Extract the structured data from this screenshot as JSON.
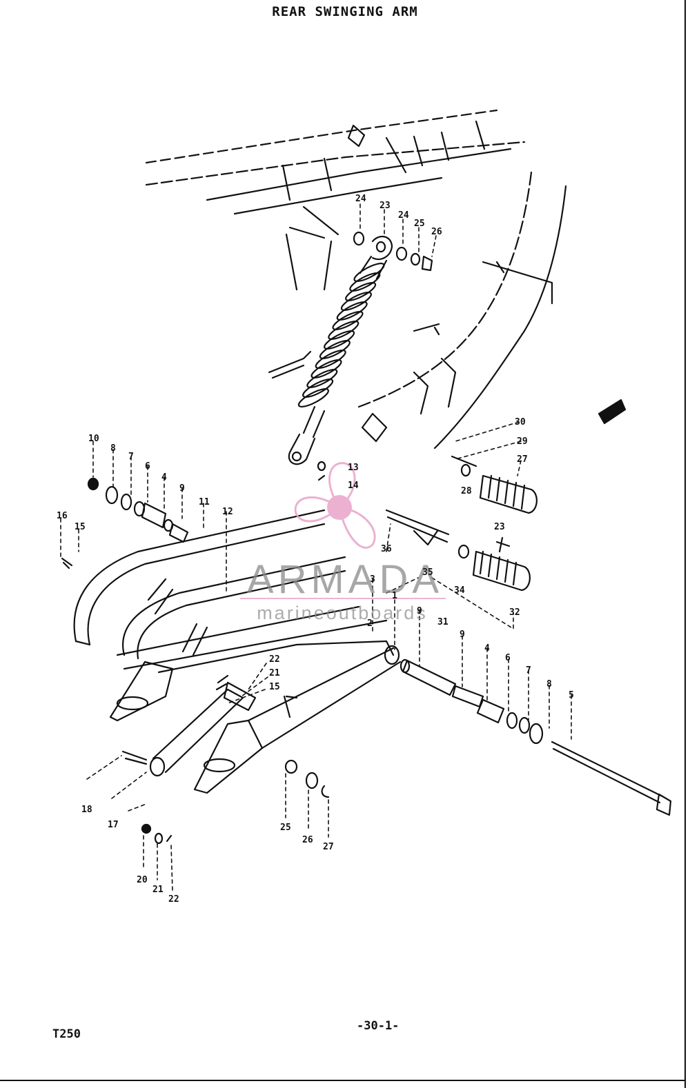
{
  "title": "REAR SWINGING ARM",
  "model": "T250",
  "page_number": "-30-1-",
  "watermark": {
    "brand": "ARMADA",
    "tagline": "marineoutboards",
    "brand_color": "#8a8a8a",
    "logo_color": "#e9a3c9",
    "logo_icon": "propeller-icon"
  },
  "callouts": {
    "shock_top_washer_l": "24",
    "shock": "23",
    "shock_top_washer_r": "24",
    "shock_top_washer_b": "25",
    "shock_top_nut": "26",
    "step_rr_30": "30",
    "step_rr_29": "29",
    "step_rr_27": "27",
    "step_rr_28": "28",
    "bolt_23": "23",
    "arm_l_10": "10",
    "arm_l_8": "8",
    "arm_l_7": "7",
    "arm_l_6": "6",
    "arm_l_4": "4",
    "arm_l_9": "9",
    "arm_l_11": "11",
    "arm_l_12": "12",
    "left_16": "16",
    "left_15": "15",
    "center_13": "13",
    "center_14": "14",
    "step_36": "36",
    "step_35": "35",
    "step_34": "34",
    "step_32": "32",
    "step_31": "31",
    "pivot_3": "3",
    "pivot_2": "2",
    "pivot_1": "1",
    "shaft_9": "9",
    "shaft_4": "4",
    "shaft_6": "6",
    "shaft_7": "7",
    "shaft_8": "8",
    "shaft_5": "5",
    "torque_22": "22",
    "torque_21": "21",
    "torque_15": "15",
    "lower_25": "25",
    "lower_26": "26",
    "lower_27": "27",
    "bot_18": "18",
    "bot_17": "17",
    "bot_20": "20",
    "bot_21": "21",
    "bot_22": "22"
  }
}
